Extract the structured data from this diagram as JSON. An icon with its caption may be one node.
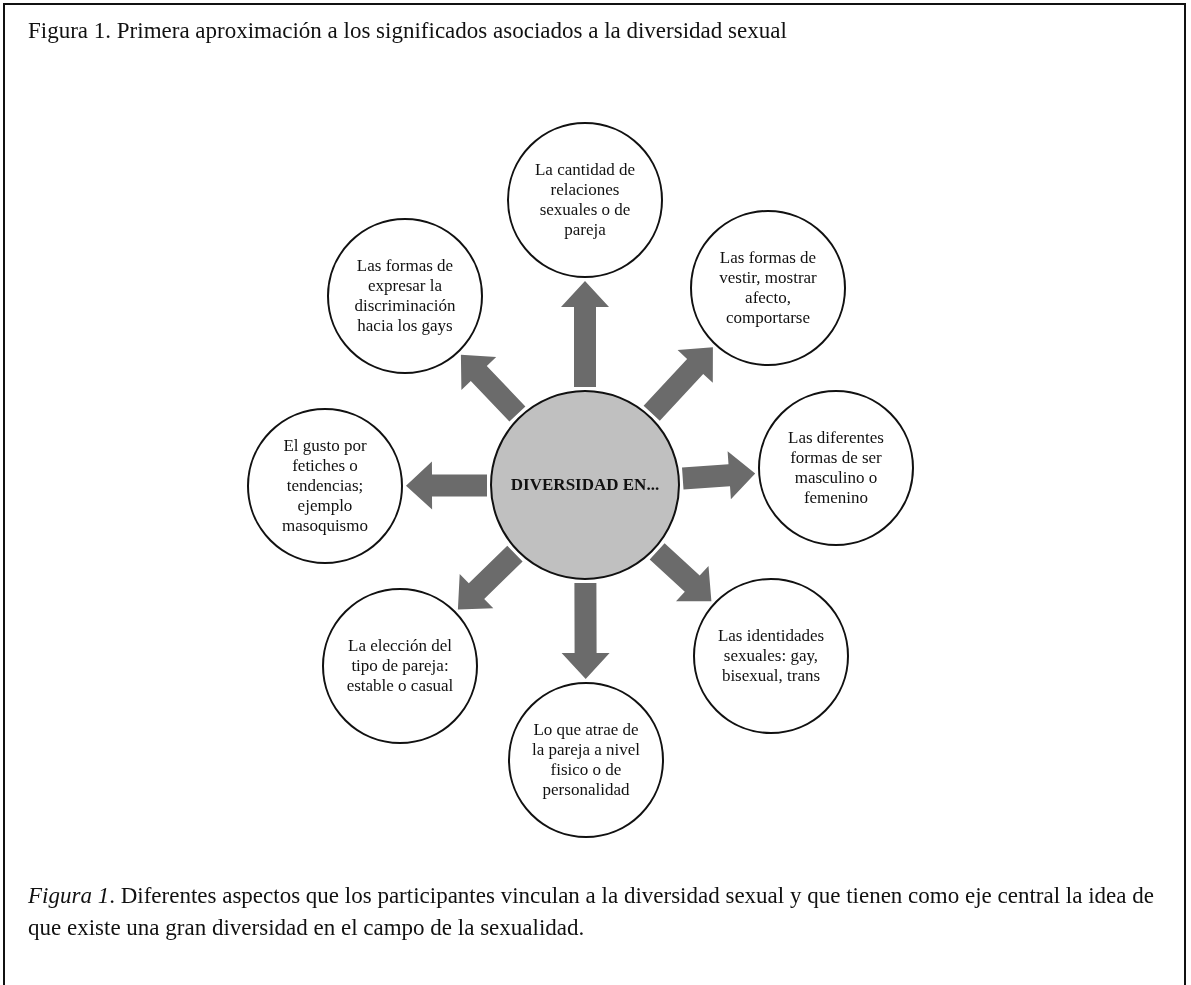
{
  "diagram": {
    "title": "Figura 1. Primera aproximación a los significados asociados a la diversidad sexual",
    "caption": "*Figura 1*. Diferentes aspectos que los participantes vinculan a la diversidad sexual y que tienen como eje central la idea de que existe una gran diversidad en el campo de la sexualidad.",
    "nodes": [
      {
        "text": [
          "DIVERSIDAD EN..."
        ]
      },
      {
        "text": [
          "La cantidad de relaciones sexuales o de pareja"
        ]
      },
      {
        "text": [
          "Las formas de vestir, mostrar afecto, comportarse"
        ]
      },
      {
        "text": [
          "Las diferentes formas de ser masculino o femenino"
        ]
      },
      {
        "text": [
          "Las identidades sexuales: gay, bisexual, trans"
        ]
      },
      {
        "text": [
          "Lo que atrae de la pareja a nivel fisico o de personalidad"
        ]
      },
      {
        "text": [
          "La elección del tipo de pareja: estable o casual"
        ]
      },
      {
        "text": [
          "El gusto por fetiches o tendencias; ejemplo masoquismo"
        ]
      },
      {
        "text": [
          "Las formas de expresar la discriminación hacia los gays"
        ]
      }
    ],
    "edges": [
      {
        "from": 0,
        "to": 1,
        "arrow": "to"
      },
      {
        "from": 0,
        "to": 2,
        "arrow": "to"
      },
      {
        "from": 0,
        "to": 3,
        "arrow": "to"
      },
      {
        "from": 0,
        "to": 4,
        "arrow": "to"
      },
      {
        "from": 0,
        "to": 5,
        "arrow": "to"
      },
      {
        "from": 0,
        "to": 6,
        "arrow": "to"
      },
      {
        "from": 0,
        "to": 7,
        "arrow": "to"
      },
      {
        "from": 0,
        "to": 8,
        "arrow": "to"
      }
    ]
  }
}
